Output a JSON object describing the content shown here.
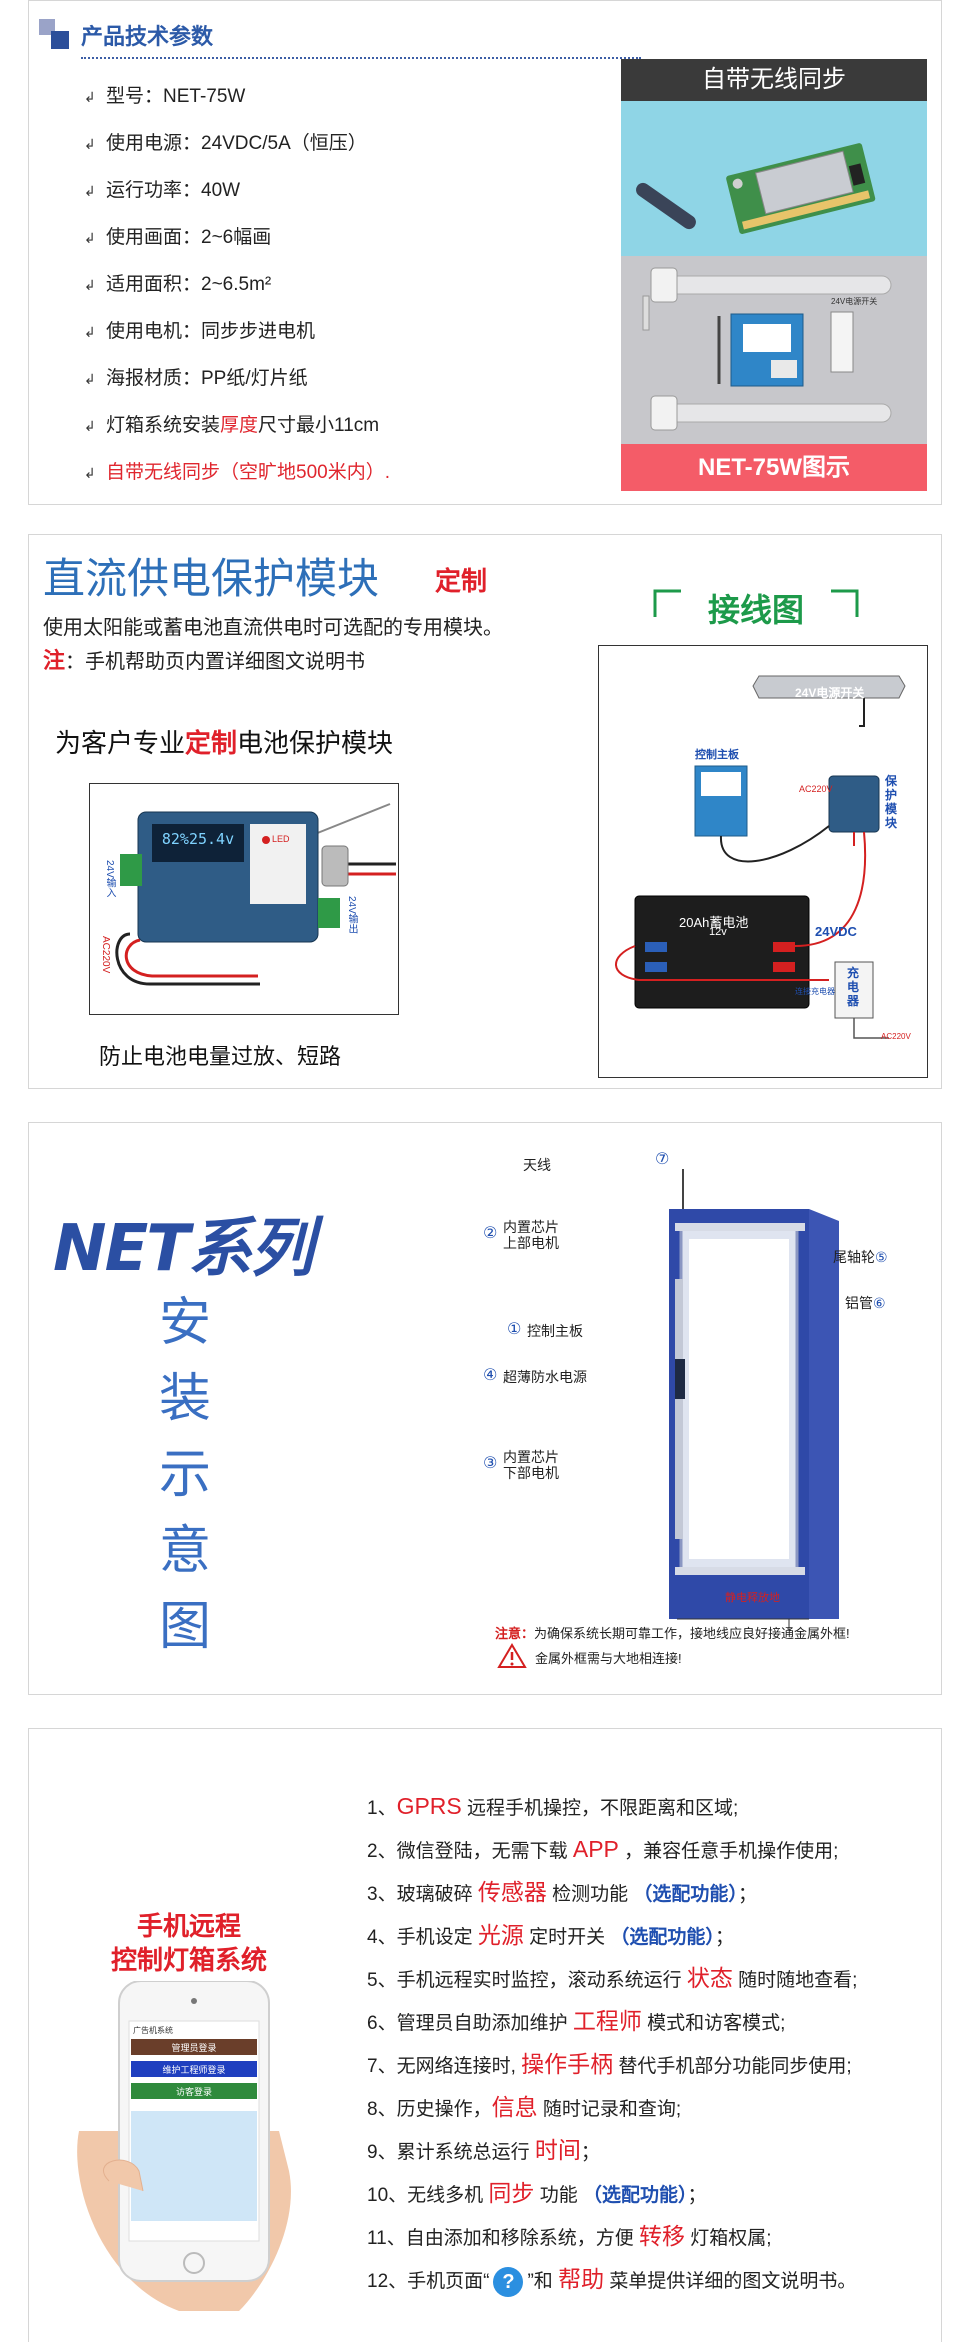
{
  "specs": {
    "title": "产品技术参数",
    "items": [
      {
        "text": "型号：NET-75W"
      },
      {
        "text": "使用电源：24VDC/5A（恒压）"
      },
      {
        "text": "运行功率：40W"
      },
      {
        "text": "使用画面：2~6幅画"
      },
      {
        "text": "适用面积：2~6.5m²"
      },
      {
        "text": "使用电机：同步步进电机"
      },
      {
        "text": "海报材质：PP纸/灯片纸"
      },
      {
        "pre": "灯箱系统安装",
        "hl": "厚度",
        "post": "尺寸最小11cm"
      },
      {
        "text": "自带无线同步（空旷地500米内）."
      }
    ],
    "arrow": "↲",
    "wireless_banner": "自带无线同步",
    "power_switch_label": "24V电源开关",
    "figure_caption": "NET-75W图示"
  },
  "dc_module": {
    "title": "直流供电保护模块",
    "custom_tag": "定制",
    "description": "使用太阳能或蓄电池直流供电时可选配的专用模块。",
    "note_label": "注",
    "note_text": "：手机帮助页内置详细图文说明书",
    "wiring_title": "接线图",
    "subtitle_pre": "为客户专业",
    "subtitle_hl": "定制",
    "subtitle_post": "电池保护模块",
    "caption": "防止电池电量过放、短路",
    "battery_display": "82%25.4v",
    "battery_labels": {
      "in_24v": "24V输入",
      "ac220": "AC220V",
      "out_24v": "24V输出",
      "led": "LED"
    },
    "wiring_labels": {
      "psu": "24V电源开关",
      "board": "控制主板",
      "ac220": "AC220V",
      "protect": "保护模块",
      "battery": "20Ah蓄电池",
      "battery_v": "12v",
      "vdc": "24VDC",
      "charger": "充电器",
      "charge_wire": "连接充电器",
      "ac220_2": "AC220V"
    }
  },
  "install": {
    "series_title": "NET系列",
    "vertical_chars": [
      "安",
      "装",
      "示",
      "意",
      "图"
    ],
    "labels": {
      "antenna": "天线",
      "upper_motor": "内置芯片\n上部电机",
      "board": "控制主板",
      "power": "超薄防水电源",
      "lower_motor": "内置芯片\n下部电机",
      "tail_wheel": "尾轴轮",
      "tube": "铝管",
      "ground": "静电释放地"
    },
    "nums": {
      "antenna": "⑦",
      "upper": "②",
      "board": "①",
      "power": "④",
      "lower": "③",
      "tail": "⑤",
      "tube": "⑥"
    },
    "note_label": "注意：",
    "note_line1": "为确保系统长期可靠工作，接地线应良好接通金属外框!",
    "note_line2": "金属外框需与大地相连接!"
  },
  "remote": {
    "title_line1": "手机远程",
    "title_line2": "控制灯箱系统",
    "phone_buttons": [
      "管理员登录",
      "维护工程师登录",
      "访客登录"
    ],
    "phone_header": "广告机系统",
    "features": [
      {
        "n": "1、",
        "a": "",
        "r": "GPRS",
        "b": " 远程手机操控，不限距离和区域;"
      },
      {
        "n": "2、",
        "a": "微信登陆，无需下载 ",
        "r": "APP",
        "b": " ，兼容任意手机操作使用;"
      },
      {
        "n": "3、",
        "a": "玻璃破碎 ",
        "r": "传感器",
        "b": " 检测功能 ",
        "opt": "（选配功能）",
        "end": "；"
      },
      {
        "n": "4、",
        "a": "手机设定 ",
        "r": "光源",
        "b": " 定时开关 ",
        "opt": "（选配功能）",
        "end": "；"
      },
      {
        "n": "5、",
        "a": "手机远程实时监控，滚动系统运行 ",
        "r": "状态",
        "b": " 随时随地查看;"
      },
      {
        "n": "6、",
        "a": "管理员自助添加维护 ",
        "r": "工程师",
        "b": " 模式和访客模式;"
      },
      {
        "n": "7、",
        "a": "无网络连接时, ",
        "r": "操作手柄",
        "b": " 替代手机部分功能同步使用;"
      },
      {
        "n": "8、",
        "a": "历史操作，",
        "r": "信息",
        "b": " 随时记录和查询;"
      },
      {
        "n": "9、",
        "a": "累计系统总运行 ",
        "r": "时间",
        "b": "；"
      },
      {
        "n": "10、",
        "a": "无线多机 ",
        "r": "同步",
        "b": " 功能 ",
        "opt": "（选配功能）",
        "end": "；"
      },
      {
        "n": "11、",
        "a": "自由添加和移除系统，方便 ",
        "r": "转移",
        "b": " 灯箱权属;"
      },
      {
        "n": "12、",
        "a": "手机页面“",
        "icon": "?",
        "b2": "”和 ",
        "r": "帮助",
        "b": " 菜单提供详细的图文说明书。"
      }
    ]
  },
  "colors": {
    "accent_blue": "#2c5aa8",
    "red": "#e0202a",
    "green": "#1d9a4a",
    "banner_red": "#f45c68"
  }
}
